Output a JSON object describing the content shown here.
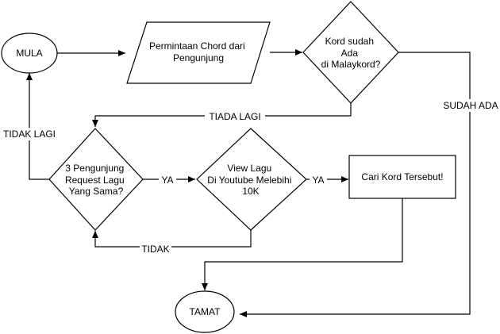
{
  "diagram": {
    "nodes": {
      "mula": {
        "text": [
          "MULA"
        ]
      },
      "permintaan": {
        "text": [
          "Permintaan Chord dari",
          "Pengunjung"
        ]
      },
      "kord_sudah_ada": {
        "text": [
          "Kord sudah",
          "Ada",
          "di Malaykord?"
        ]
      },
      "tiga_pengunjung": {
        "text": [
          "3 Pengunjung",
          "Request Lagu",
          "Yang Sama?"
        ]
      },
      "view_lagu": {
        "text": [
          "View Lagu",
          "Di Youtube Melebihi",
          "10K"
        ]
      },
      "cari_kord": {
        "text": [
          "Cari Kord Tersebut!"
        ]
      },
      "tamat": {
        "text": [
          "TAMAT"
        ]
      }
    },
    "edge_labels": {
      "tiada_lagi": "TIADA LAGI",
      "sudah_ada": "SUDAH ADA",
      "tidak_lagi": "TIDAK LAGI",
      "ya_1": "YA",
      "ya_2": "YA",
      "tidak": "TIDAK"
    },
    "colors": {
      "stroke": "#000000",
      "fill": "#ffffff"
    }
  }
}
